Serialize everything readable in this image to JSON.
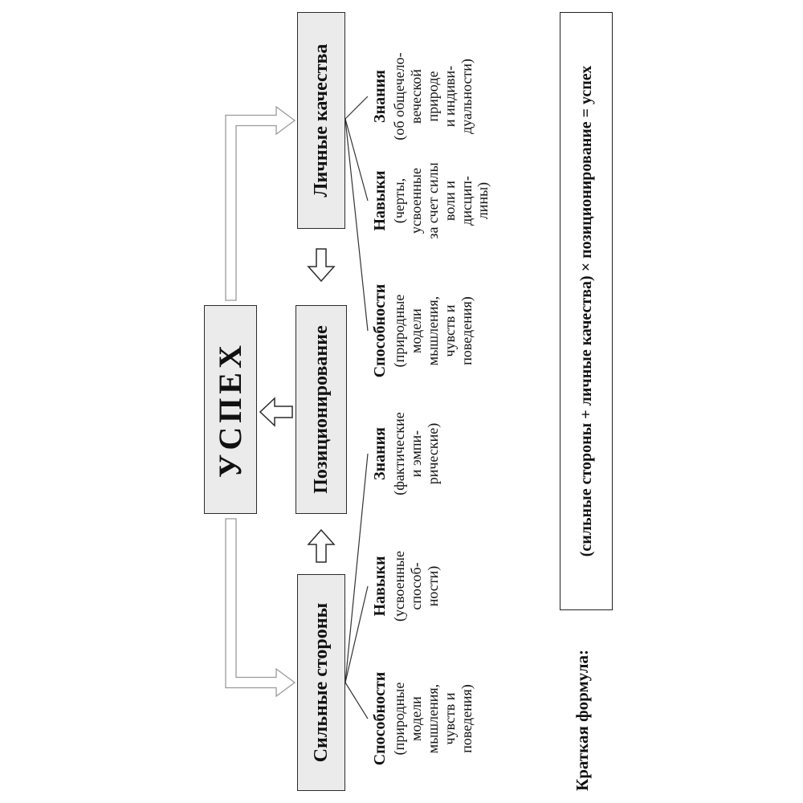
{
  "diagram": {
    "success_box": "УСПЕХ",
    "positioning_box": "Позиционирование",
    "strengths_box": "Сильные стороны",
    "qualities_box": "Личные качества",
    "strengths_children": [
      {
        "title": "Способности",
        "detail": "(природные\nмодели\nмышления,\nчувств и\nповедения)"
      },
      {
        "title": "Навыки",
        "detail": "(усвоенные\nспособ-\nности)"
      },
      {
        "title": "Знания",
        "detail": "(фактические\nи эмпи-\nрические)"
      }
    ],
    "qualities_children": [
      {
        "title": "Способности",
        "detail": "(природные\nмодели\nмышления,\nчувств и\nповедения)"
      },
      {
        "title": "Навыки",
        "detail": "(черты,\nусвоенные\nза счет силы\nволи и\nдисцип-\nлины)"
      },
      {
        "title": "Знания",
        "detail": "(об общечело-\nвеческой\nприроде\nи индиви-\nдуальности)"
      }
    ],
    "formula_label": "Краткая формула:",
    "formula_text": "(сильные стороны + личные качества) × позиционирование = успех",
    "colors": {
      "box_fill": "#ebebeb",
      "box_border": "#2b2b2b",
      "connector": "#9a9a9a"
    }
  }
}
